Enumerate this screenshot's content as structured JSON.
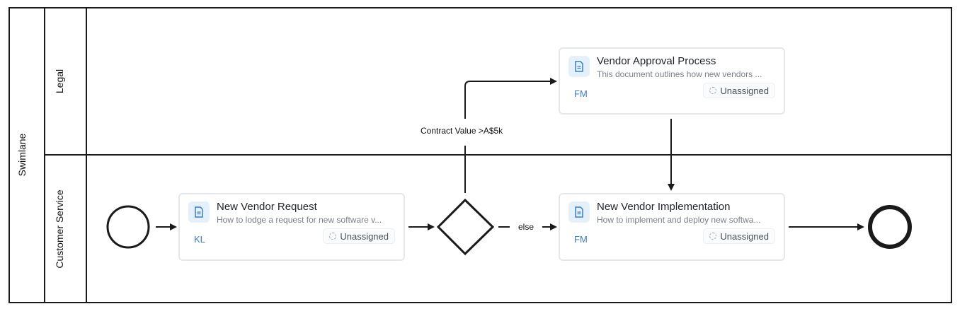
{
  "pool": {
    "label": "Swimlane"
  },
  "lanes": [
    {
      "label": "Legal"
    },
    {
      "label": "Customer Service"
    }
  ],
  "tasks": {
    "vendor_approval": {
      "title": "Vendor Approval Process",
      "description": "This document outlines how new vendors ...",
      "assignee_initials": "FM",
      "status": "Unassigned",
      "icon": "document-icon"
    },
    "new_vendor_request": {
      "title": "New Vendor Request",
      "description": "How to lodge a request for new software v...",
      "assignee_initials": "KL",
      "status": "Unassigned",
      "icon": "document-icon"
    },
    "new_vendor_implementation": {
      "title": "New Vendor Implementation",
      "description": "How to implement and deploy new softwa...",
      "assignee_initials": "FM",
      "status": "Unassigned",
      "icon": "document-icon"
    }
  },
  "edges": {
    "contract_condition": "Contract Value >A$5k",
    "else_condition": "else"
  },
  "colors": {
    "line": "#1a1a1a",
    "card_border": "#e6e7ea",
    "icon_bg": "#e4f1fb",
    "icon_fg": "#3b7cc4",
    "initials": "#3b7cc4"
  }
}
